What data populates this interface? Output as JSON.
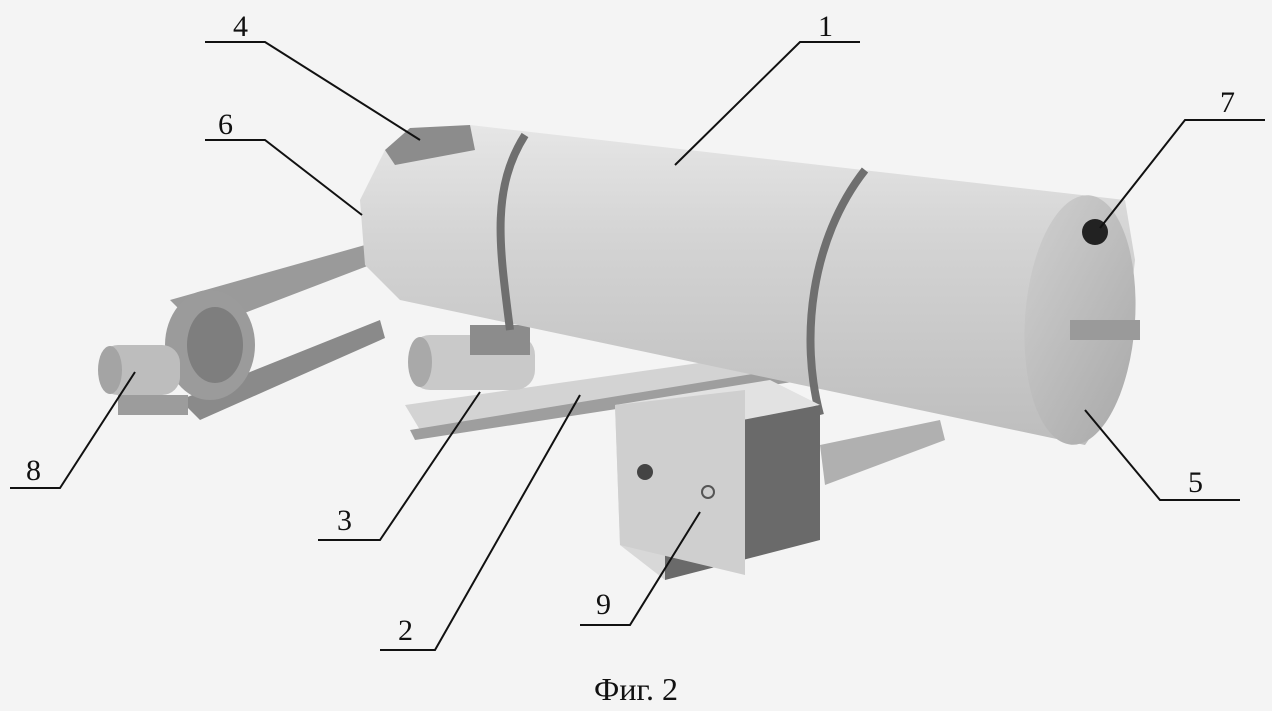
{
  "figure": {
    "caption": "Фиг. 2",
    "labels": {
      "drum": "1",
      "frame": "2",
      "drive_motor": "3",
      "hatch": "4",
      "end_cover": "5",
      "inlet_end": "6",
      "outlet": "7",
      "fan": "8",
      "control_box": "9"
    }
  }
}
